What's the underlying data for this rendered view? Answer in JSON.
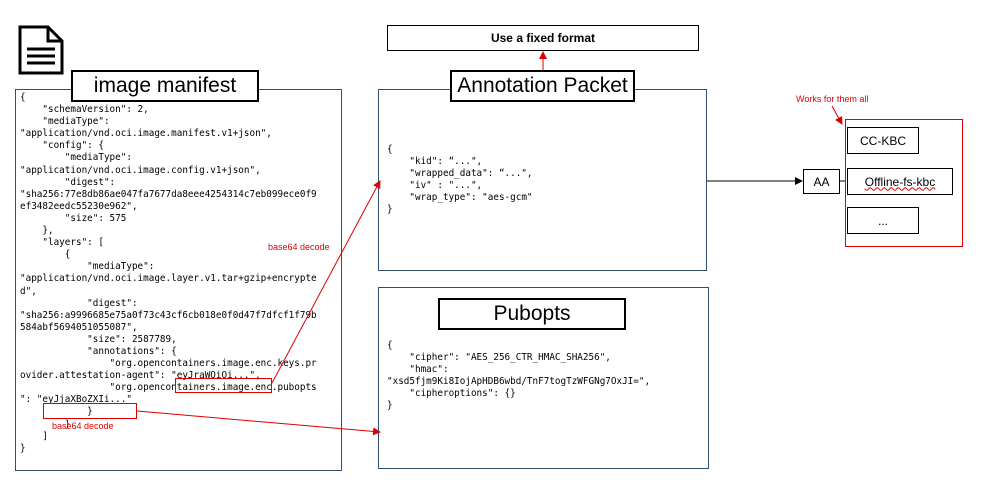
{
  "fixed_format": "Use a fixed format",
  "manifest": {
    "title": "image manifest",
    "code": "{\n    \"schemaVersion\": 2,\n    \"mediaType\":\n\"application/vnd.oci.image.manifest.v1+json\",\n    \"config\": {\n        \"mediaType\":\n\"application/vnd.oci.image.config.v1+json\",\n        \"digest\":\n\"sha256:77e8db86ae047fa7677da8eee4254314c7eb099ece0f9\nef3482eedc55230e962\",\n        \"size\": 575\n    },\n    \"layers\": [\n        {\n            \"mediaType\":\n\"application/vnd.oci.image.layer.v1.tar+gzip+encrypte\nd\",\n            \"digest\":\n\"sha256:a9996685e75a0f73c43cf6cb018e0f0d47f7dfcf1f79b\n584abf5694051055087\",\n            \"size\": 2587789,\n            \"annotations\": {\n                \"org.opencontainers.image.enc.keys.pr\novider.attestation-agent\": \"eyJraWQiOi...\",\n                \"org.opencontainers.image.enc.pubopts\n\": \"eyJjaXBoZXIi...\"\n            }\n        }\n    ]\n}"
  },
  "annotation_packet": {
    "title": "Annotation Packet",
    "code": "{\n    \"kid\": “...\",\n    \"wrapped_data\": “...\",\n    \"iv\" : \"...\",\n    \"wrap_type\": \"aes-gcm\"\n}"
  },
  "pubopts": {
    "title": "Pubopts",
    "code": "{\n    \"cipher\": \"AES_256_CTR_HMAC_SHA256\",\n    \"hmac\":\n\"xsd5fjm9Ki8IojApHDB6wbd/TnF7togTzWFGNg7OxJI=\",\n    \"cipheroptions\": {}\n}"
  },
  "decode_label_1": "base64 decode",
  "decode_label_2": "base64 decode",
  "aa_label": "AA",
  "works_label": "Works for them all",
  "kbc": {
    "item1": "CC-KBC",
    "item2": "Offline-fs-kbc",
    "item3": "..."
  },
  "colors": {
    "arrow": "#e00000",
    "panel_border": "#2f4f6f",
    "highlight": "#e00000"
  },
  "icons": {
    "document": "document-icon"
  }
}
